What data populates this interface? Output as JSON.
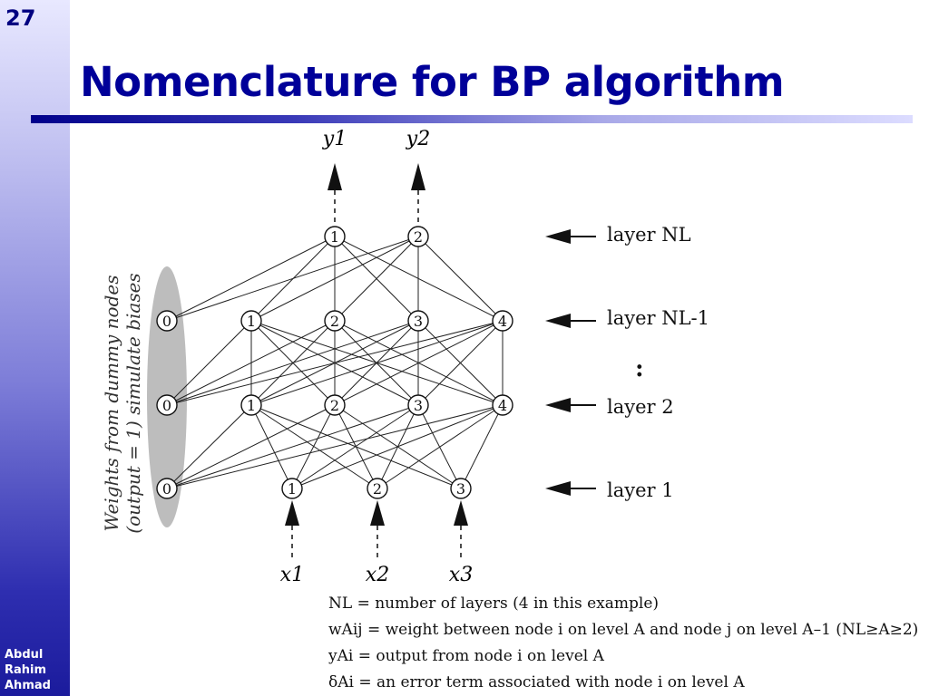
{
  "slide": {
    "page_number": "27",
    "title": "Nomenclature for BP algorithm",
    "author": [
      "Abdul",
      "Rahim",
      "Ahmad"
    ]
  },
  "diagram": {
    "outputs": [
      "y1",
      "y2"
    ],
    "inputs": [
      "x1",
      "x2",
      "x3"
    ],
    "bias_caption_line1": "Weights from dummy nodes",
    "bias_caption_line2": "(output = 1) simulate biases",
    "layer_labels": {
      "output": "layer NL",
      "hidden_top": "layer NL-1",
      "hidden_2": "layer 2",
      "input": "layer 1",
      "ellipsis": ":"
    },
    "layers": {
      "output": [
        "1",
        "2"
      ],
      "hidden_top": [
        "0",
        "1",
        "2",
        "3",
        "4"
      ],
      "hidden_2": [
        "0",
        "1",
        "2",
        "3",
        "4"
      ],
      "input": [
        "0",
        "1",
        "2",
        "3"
      ]
    }
  },
  "legend": [
    "NL = number of layers (4 in this example)",
    "wAij = weight between node i on level A and node j on level A–1 (NL≥A≥2)",
    "yAi = output from node i on level A",
    "δAi = an error term associated with node i on level A"
  ]
}
